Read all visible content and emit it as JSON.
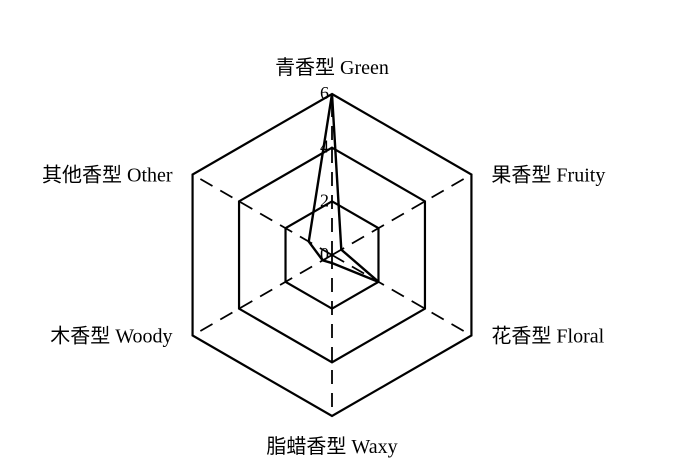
{
  "chart_data": {
    "type": "radar",
    "axes": [
      "青香型 Green",
      "果香型 Fruity",
      "花香型 Floral",
      "脂蜡香型 Waxy",
      "木香型 Woody",
      "其他香型 Other"
    ],
    "ticks": [
      "0",
      "2",
      "4",
      "6"
    ],
    "rlim": [
      0,
      6
    ],
    "grid": "hexagonal",
    "series": [
      {
        "values": [
          6,
          0.4,
          2.0,
          0.3,
          0.4,
          1.0
        ]
      }
    ],
    "colors": {
      "line": "#000000",
      "grid": "#000000"
    }
  }
}
